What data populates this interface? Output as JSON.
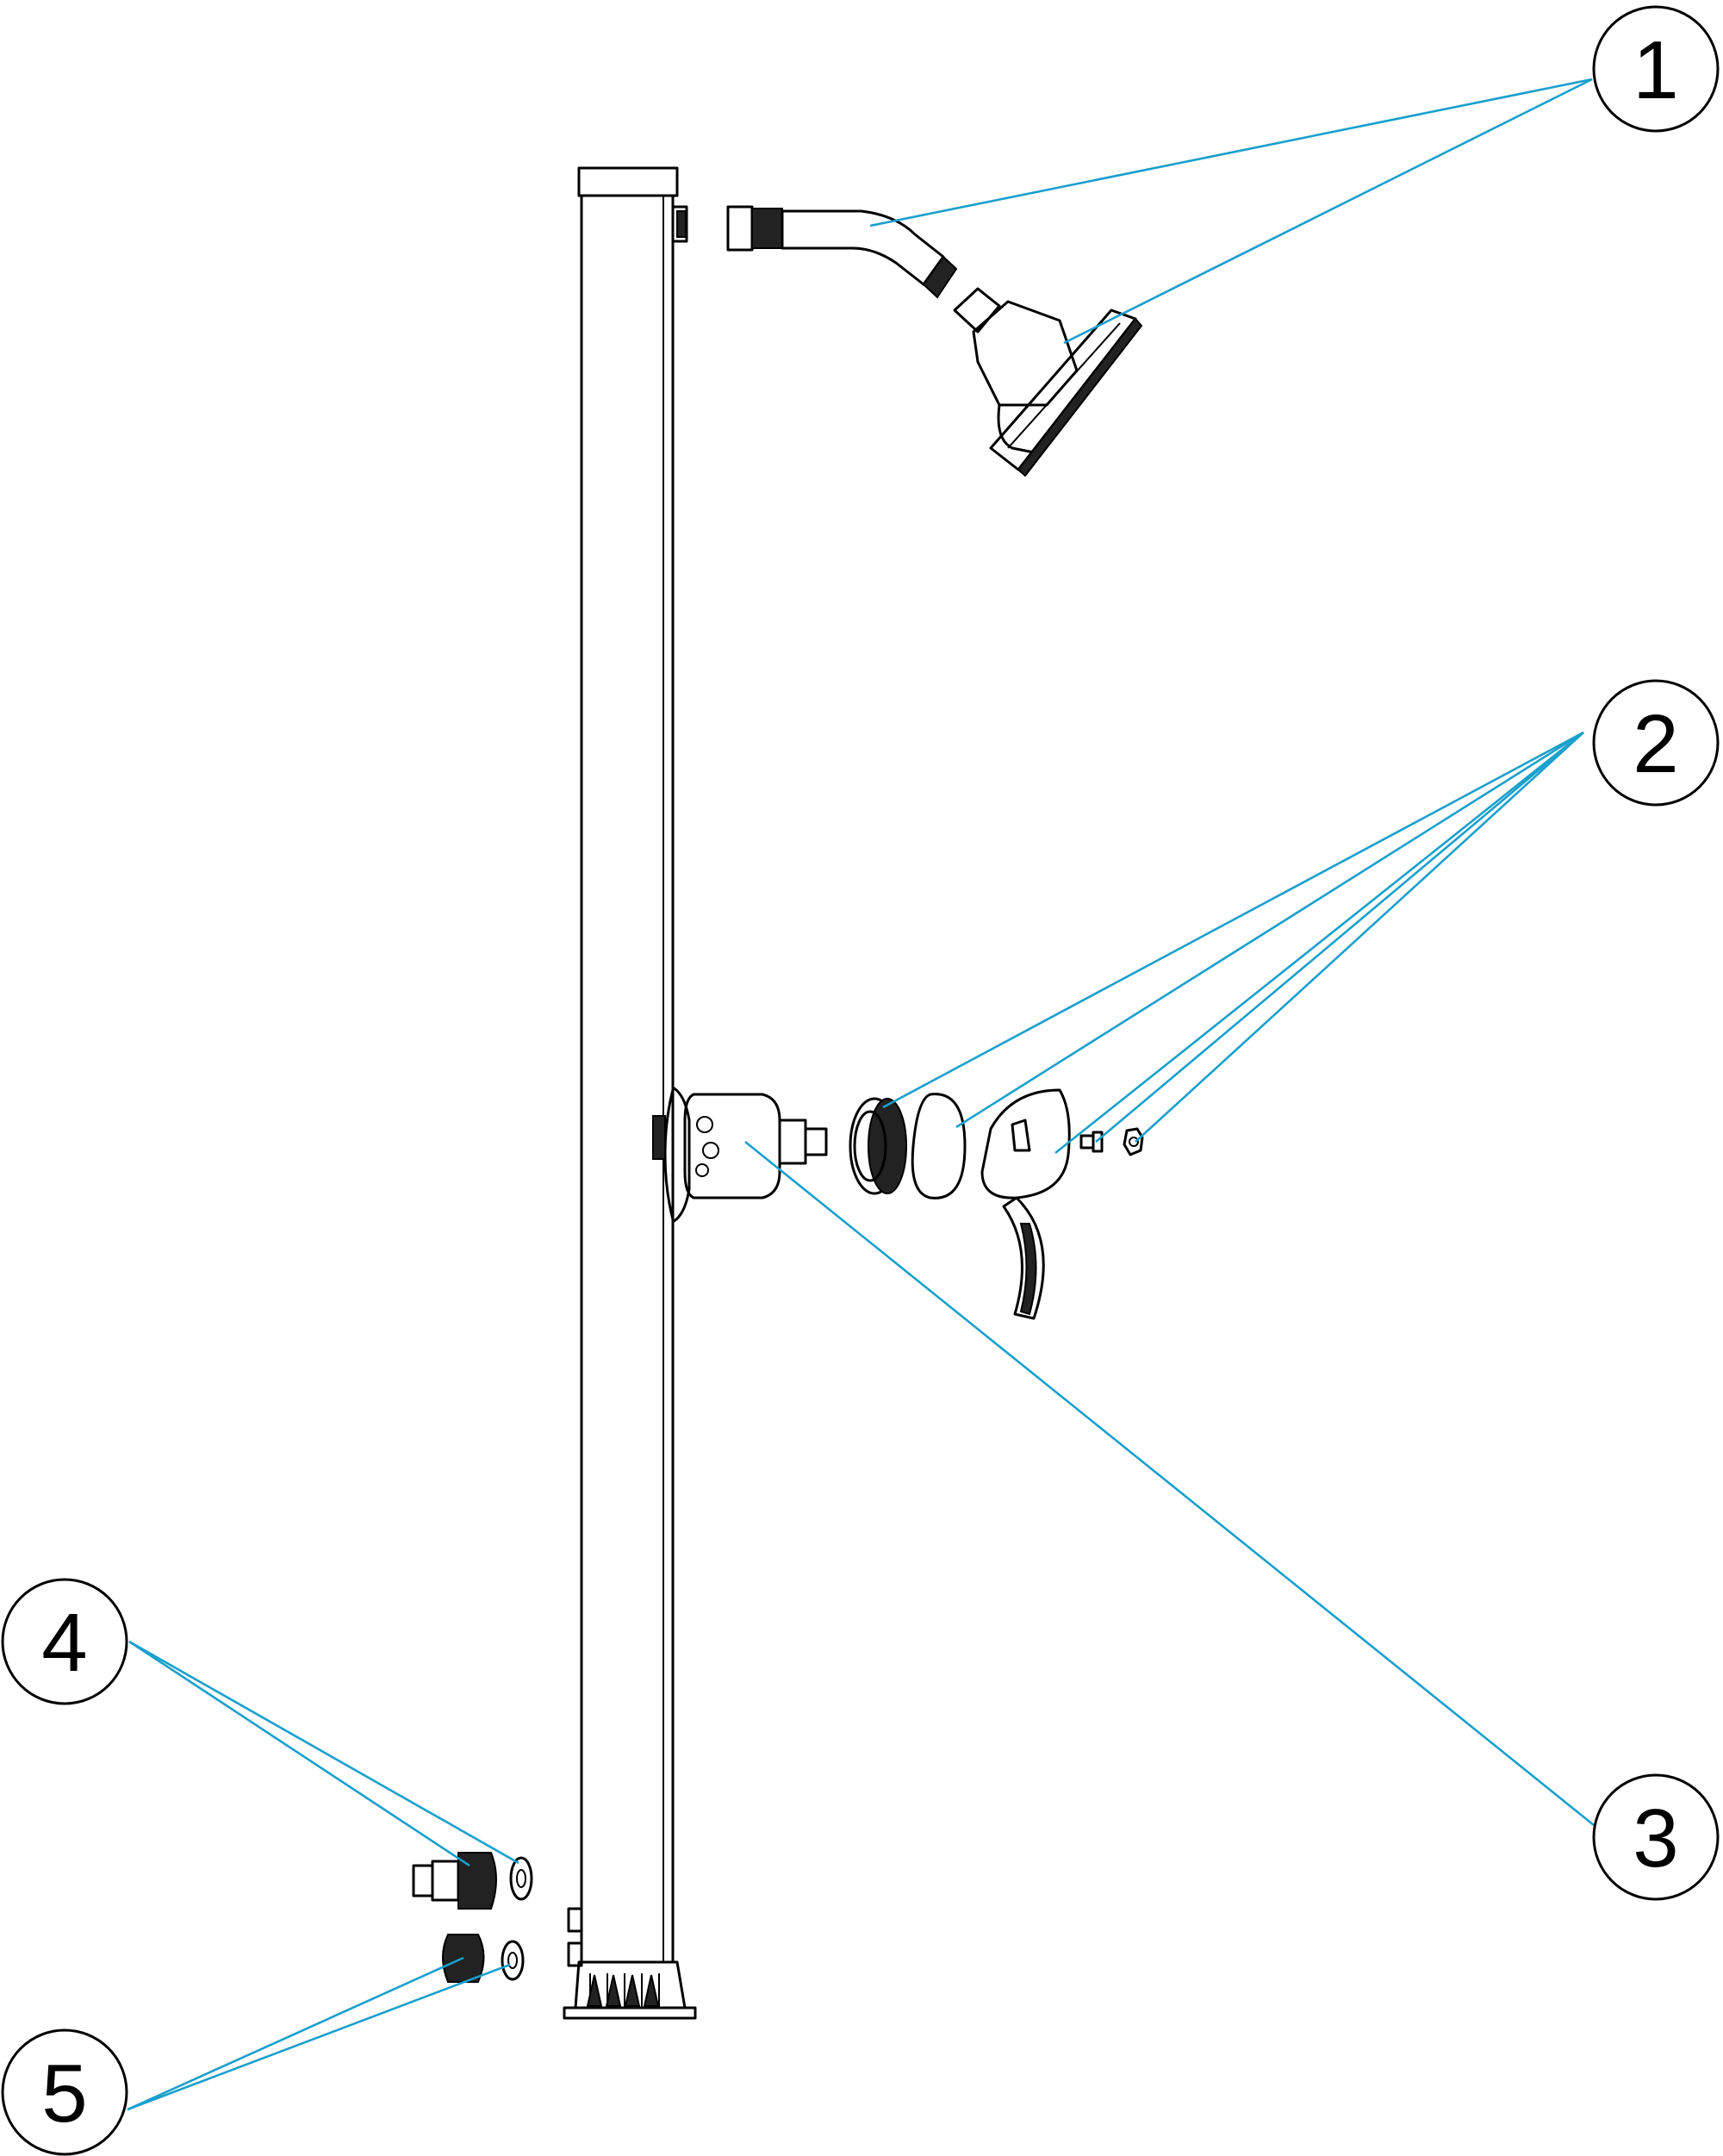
{
  "diagram": {
    "callouts": [
      {
        "id": "1",
        "label": "1"
      },
      {
        "id": "2",
        "label": "2"
      },
      {
        "id": "3",
        "label": "3"
      },
      {
        "id": "4",
        "label": "4"
      },
      {
        "id": "5",
        "label": "5"
      }
    ],
    "colors": {
      "leader_line": "#1aa0cc",
      "outline": "#000000",
      "background": "#ffffff"
    }
  }
}
